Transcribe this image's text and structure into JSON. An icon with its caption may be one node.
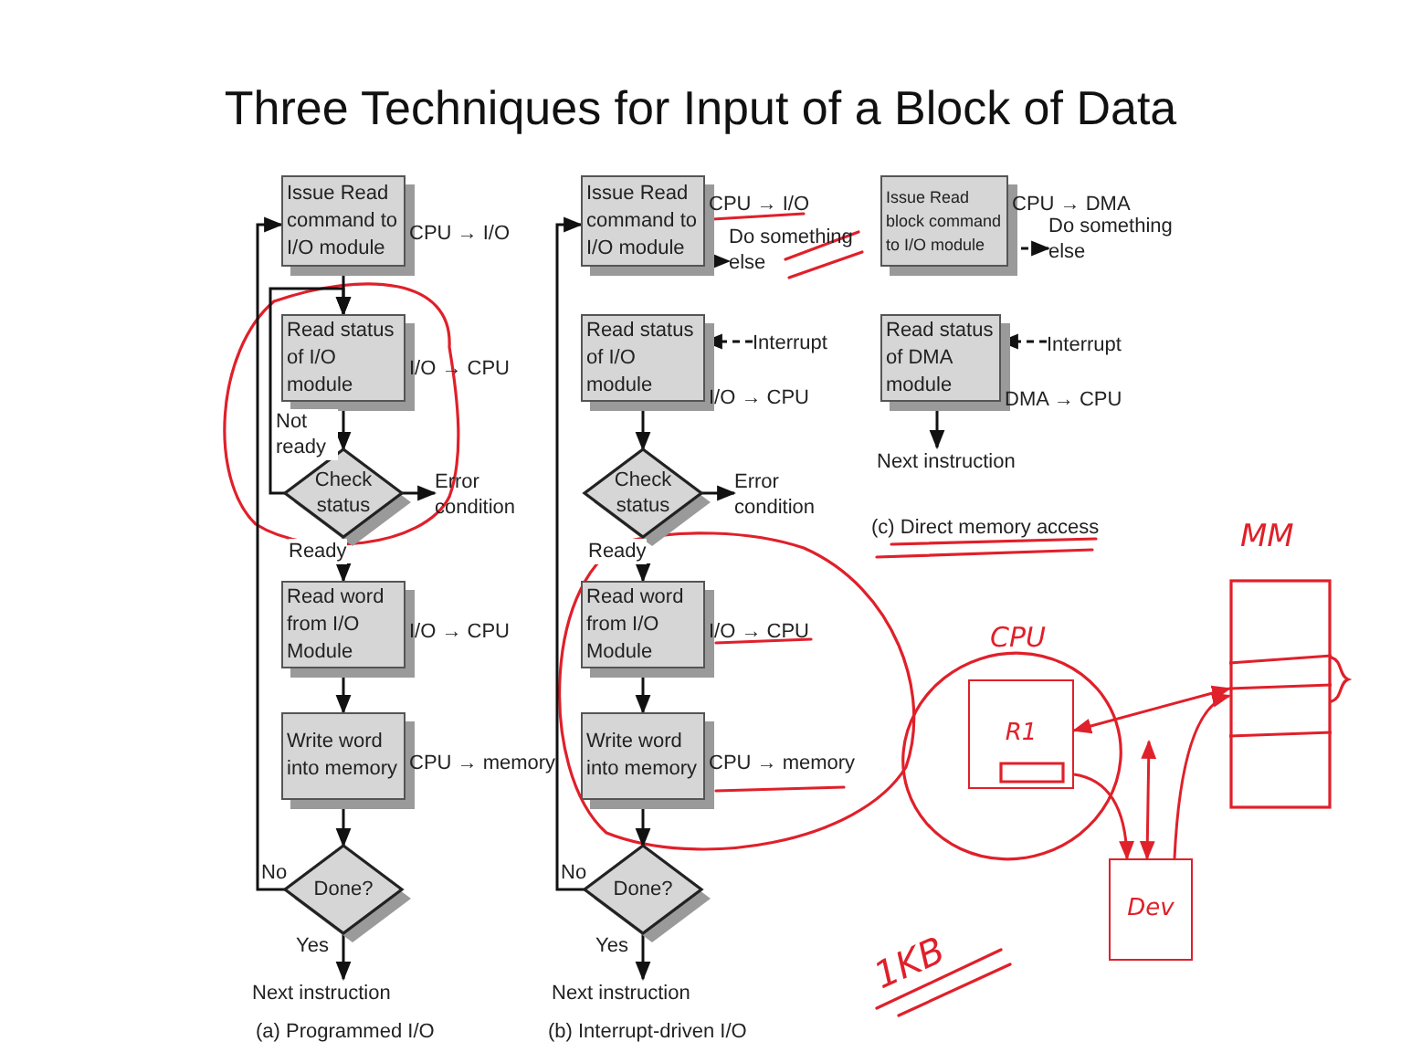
{
  "diagram": {
    "title": "Three Techniques for Input of a Block of Data",
    "nodes": [
      {
        "text": [
          "Issue Read command to I/O module"
        ],
        "beside": [
          "CPU → I/O"
        ]
      },
      {
        "text": [
          "Read status of I/O module"
        ],
        "beside": [
          "I/O → CPU"
        ]
      },
      {
        "text": [
          "Check status"
        ]
      },
      {
        "text": [
          "Error condition"
        ]
      },
      {
        "text": [
          "Read word from I/O Module"
        ],
        "beside": [
          "I/O → CPU"
        ]
      },
      {
        "text": [
          "Write word into memory"
        ],
        "beside": [
          "CPU → memory"
        ]
      },
      {
        "text": [
          "Done?"
        ]
      },
      {
        "text": [
          "Next instruction"
        ]
      },
      {
        "text": [
          "Issue Read command to I/O module"
        ],
        "beside": [
          "CPU → I/O"
        ]
      },
      {
        "text": [
          "Do something else"
        ]
      },
      {
        "text": [
          "Read status of I/O module"
        ],
        "beside": [
          "I/O → CPU"
        ]
      },
      {
        "text": [
          "Interrupt"
        ]
      },
      {
        "text": [
          "Check status"
        ]
      },
      {
        "text": [
          "Error condition"
        ]
      },
      {
        "text": [
          "Read word from I/O Module"
        ],
        "beside": [
          "I/O → CPU"
        ]
      },
      {
        "text": [
          "Write word into memory"
        ],
        "beside": [
          "CPU → memory"
        ]
      },
      {
        "text": [
          "Done?"
        ]
      },
      {
        "text": [
          "Next instruction"
        ]
      },
      {
        "text": [
          "Issue Read block command to I/O module"
        ],
        "beside": [
          "CPU → DMA"
        ]
      },
      {
        "text": [
          "Do something else"
        ]
      },
      {
        "text": [
          "Read status of DMA module"
        ],
        "beside": [
          "DMA → CPU"
        ]
      },
      {
        "text": [
          "Interrupt"
        ]
      },
      {
        "text": [
          "Next instruction"
        ]
      },
      {
        "text": [
          "CPU"
        ]
      },
      {
        "text": [
          "R1"
        ],
        "in": 23
      },
      {
        "text": [
          "MM"
        ]
      },
      {
        "text": [
          "Dev"
        ]
      }
    ],
    "edges": [
      {
        "from": 0,
        "to": 1,
        "arrow": "to"
      },
      {
        "from": 1,
        "to": 2,
        "arrow": "to"
      },
      {
        "from": 2,
        "to": 3,
        "arrow": "to"
      },
      {
        "from": 2,
        "to": 1,
        "arrow": "to",
        "label": "Not ready"
      },
      {
        "from": 2,
        "to": 4,
        "arrow": "to",
        "label": "Ready"
      },
      {
        "from": 4,
        "to": 5,
        "arrow": "to"
      },
      {
        "from": 5,
        "to": 6,
        "arrow": "to"
      },
      {
        "from": 6,
        "to": 0,
        "arrow": "to",
        "label": "No"
      },
      {
        "from": 6,
        "to": 7,
        "arrow": "to",
        "label": "Yes"
      },
      {
        "from": 8,
        "to": 9,
        "arrow": "to",
        "style": "dashed"
      },
      {
        "from": 11,
        "to": 10,
        "arrow": "to",
        "style": "dashed"
      },
      {
        "from": 10,
        "to": 12,
        "arrow": "to"
      },
      {
        "from": 12,
        "to": 13,
        "arrow": "to"
      },
      {
        "from": 12,
        "to": 14,
        "arrow": "to",
        "label": "Ready"
      },
      {
        "from": 14,
        "to": 15,
        "arrow": "to"
      },
      {
        "from": 15,
        "to": 16,
        "arrow": "to"
      },
      {
        "from": 16,
        "to": 8,
        "arrow": "to",
        "label": "No"
      },
      {
        "from": 16,
        "to": 17,
        "arrow": "to",
        "label": "Yes"
      },
      {
        "from": 18,
        "to": 19,
        "arrow": "to",
        "style": "dashed"
      },
      {
        "from": 21,
        "to": 20,
        "arrow": "to",
        "style": "dashed"
      },
      {
        "from": 20,
        "to": 22,
        "arrow": "to"
      },
      {
        "from": 24,
        "to": 25,
        "arrow": "both",
        "color": "#e0202a"
      },
      {
        "from": 24,
        "to": 26,
        "arrow": "to",
        "color": "#e0202a"
      },
      {
        "from": 26,
        "to": 25,
        "arrow": "to",
        "color": "#e0202a"
      },
      {
        "from": 26,
        "to": 23,
        "arrow": "both",
        "color": "#e0202a"
      }
    ],
    "labels": [
      "(a) Programmed I/O",
      "(b) Interrupt-driven I/O",
      "(c) Direct memory access",
      "1KB"
    ]
  }
}
